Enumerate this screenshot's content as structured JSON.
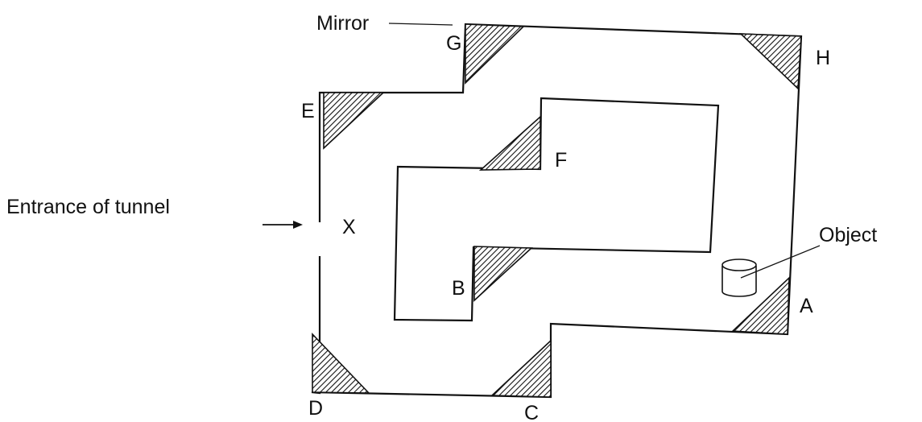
{
  "labels": {
    "entrance": "Entrance of tunnel",
    "x": "X",
    "mirror": "Mirror",
    "object": "Object",
    "corners": {
      "a": "A",
      "b": "B",
      "c": "C",
      "d": "D",
      "e": "E",
      "f": "F",
      "g": "G",
      "h": "H"
    }
  },
  "colors": {
    "line": "#111111",
    "hatch": "#111111",
    "background": "#ffffff"
  }
}
